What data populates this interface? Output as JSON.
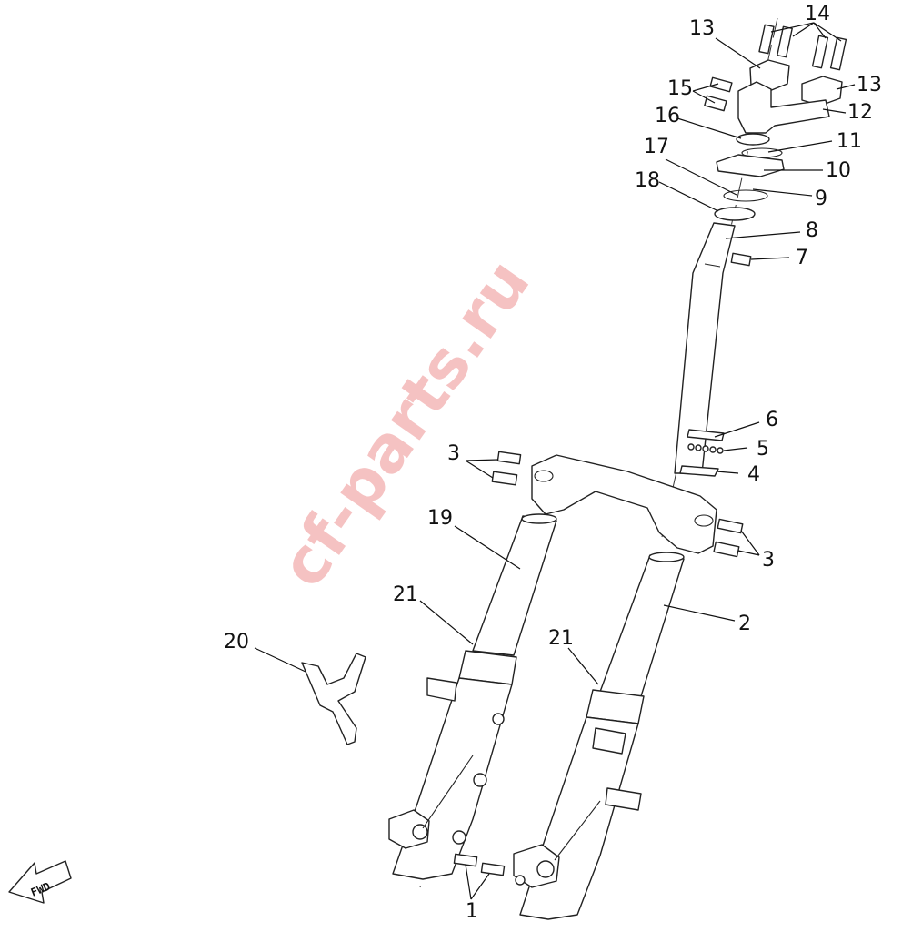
{
  "watermark": "cf-parts.ru",
  "direction_arrow": "FWD",
  "callouts": {
    "c1": "1",
    "c2": "2",
    "c3a": "3",
    "c3b": "3",
    "c4": "4",
    "c5": "5",
    "c6": "6",
    "c7": "7",
    "c8": "8",
    "c9": "9",
    "c10": "10",
    "c11": "11",
    "c12": "12",
    "c13a": "13",
    "c13b": "13",
    "c14": "14",
    "c15": "15",
    "c16": "16",
    "c17": "17",
    "c18": "18",
    "c19": "19",
    "c20": "20",
    "c21a": "21",
    "c21b": "21"
  }
}
